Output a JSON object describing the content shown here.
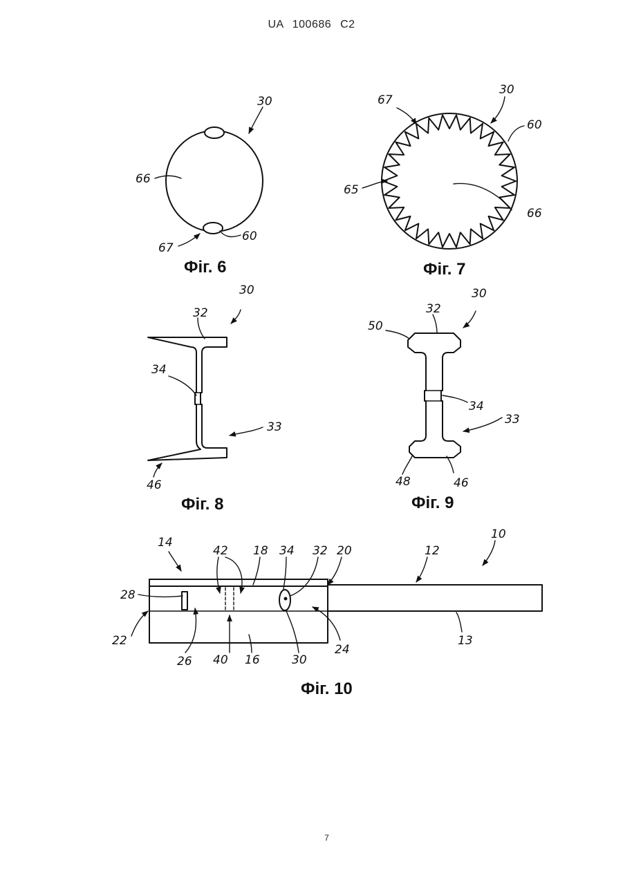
{
  "header": {
    "text": "UA   100686   C2"
  },
  "page_number": "7",
  "figures": {
    "fig6": {
      "caption": "Фіг. 6",
      "labels": {
        "l30": "30",
        "l66": "66",
        "l67": "67",
        "l60": "60"
      }
    },
    "fig7": {
      "caption": "Фіг. 7",
      "labels": {
        "l67": "67",
        "l30": "30",
        "l60": "60",
        "l65": "65",
        "l66": "66"
      }
    },
    "fig8": {
      "caption": "Фіг. 8",
      "labels": {
        "l30": "30",
        "l32": "32",
        "l34": "34",
        "l33": "33",
        "l46": "46"
      }
    },
    "fig9": {
      "caption": "Фіг. 9",
      "labels": {
        "l50": "50",
        "l32": "32",
        "l30": "30",
        "l34": "34",
        "l33": "33",
        "l48": "48",
        "l46": "46"
      }
    },
    "fig10": {
      "caption": "Фіг. 10",
      "labels": {
        "l14": "14",
        "l42": "42",
        "l18": "18",
        "l34": "34",
        "l32": "32",
        "l20": "20",
        "l12": "12",
        "l10": "10",
        "l28": "28",
        "l22": "22",
        "l26": "26",
        "l40": "40",
        "l16": "16",
        "l30": "30",
        "l24": "24",
        "l13": "13"
      }
    }
  }
}
